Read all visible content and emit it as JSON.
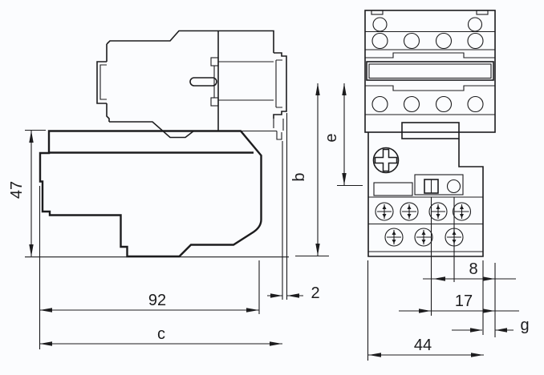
{
  "drawing": {
    "type": "technical-dimension-drawing",
    "background_color": "#fbfcfe",
    "line_color": "#1c1c1e",
    "views": {
      "side_view": {
        "name": "side-view"
      },
      "front_view": {
        "name": "front-view"
      }
    },
    "dimensions": {
      "height_47": {
        "label": "47",
        "orientation": "vertical"
      },
      "width_92": {
        "label": "92",
        "orientation": "horizontal"
      },
      "depth_c": {
        "label": "c",
        "orientation": "horizontal"
      },
      "gap_2": {
        "label": "2",
        "orientation": "horizontal"
      },
      "height_b": {
        "label": "b",
        "orientation": "vertical"
      },
      "height_e": {
        "label": "e",
        "orientation": "vertical"
      },
      "offset_8": {
        "label": "8",
        "orientation": "horizontal"
      },
      "offset_17": {
        "label": "17",
        "orientation": "horizontal"
      },
      "offset_g": {
        "label": "g",
        "orientation": "horizontal"
      },
      "width_44": {
        "label": "44",
        "orientation": "horizontal"
      }
    }
  }
}
